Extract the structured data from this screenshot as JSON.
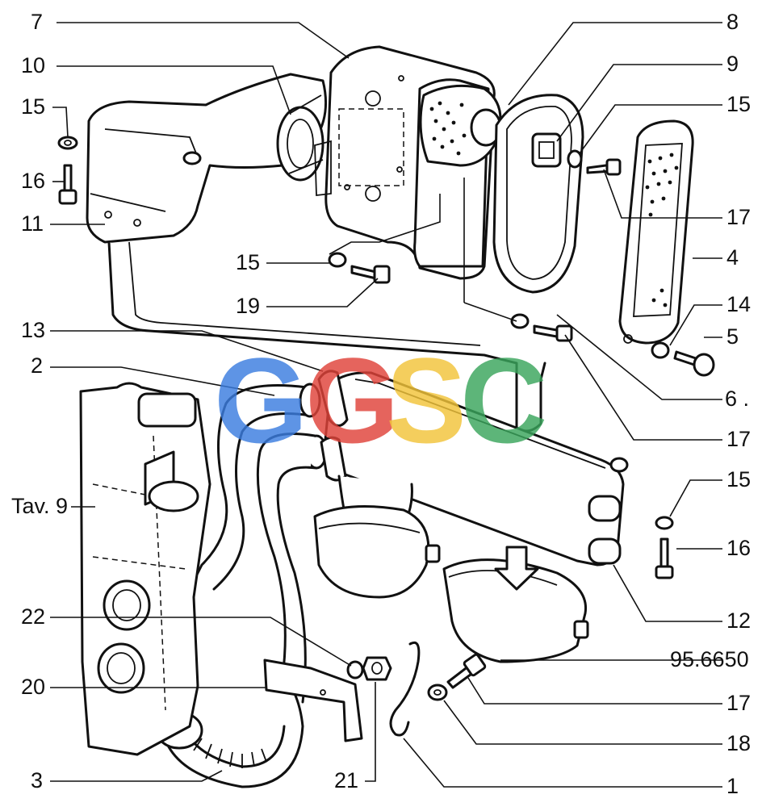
{
  "watermark": {
    "letters": [
      "G",
      "G",
      "S",
      "C"
    ],
    "colors": [
      "#3b7de0",
      "#e0433a",
      "#f2c43a",
      "#3aa55c"
    ]
  },
  "callouts": {
    "c7": "7",
    "c8": "8",
    "c10": "10",
    "c9": "9",
    "c15a": "15",
    "c15b": "15",
    "c16a": "16",
    "c11": "11",
    "c17a": "17",
    "c4": "4",
    "c15c": "15",
    "c19": "19",
    "c14": "14",
    "c13": "13",
    "c5": "5",
    "c2": "2",
    "c6": "6 .",
    "c17b": "17",
    "c15d": "15",
    "tav9": "Tav. 9",
    "c16b": "16",
    "c12": "12",
    "c22": "22",
    "ref": "95.6650",
    "c20": "20",
    "c17c": "17",
    "c18": "18",
    "c3": "3",
    "c21": "21",
    "c1": "1"
  }
}
